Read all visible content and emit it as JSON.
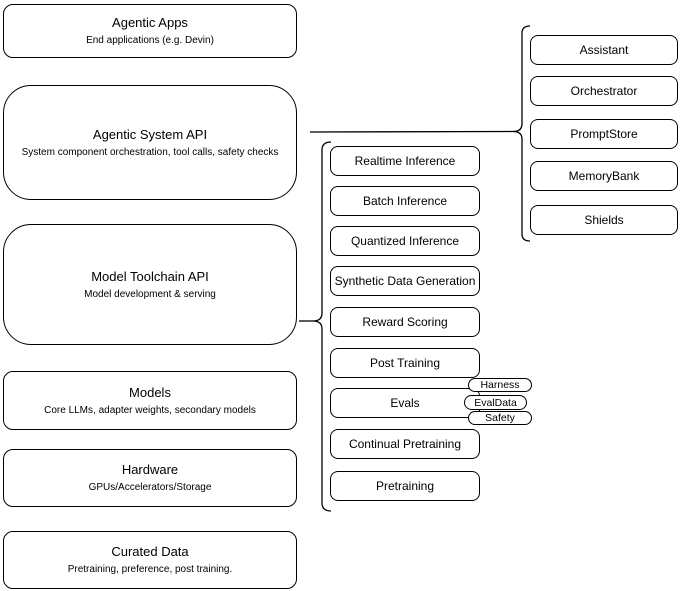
{
  "canvas": {
    "background_color": "#ffffff",
    "stroke_color": "#000000"
  },
  "left": [
    {
      "title": "Agentic Apps",
      "subtitle": "End applications (e.g. Devin)"
    },
    {
      "title": "Agentic System API",
      "subtitle": "System component orchestration, tool calls, safety checks"
    },
    {
      "title": "Model Toolchain API",
      "subtitle": "Model development & serving"
    },
    {
      "title": "Models",
      "subtitle": "Core LLMs, adapter weights, secondary models"
    },
    {
      "title": "Hardware",
      "subtitle": "GPUs/Accelerators/Storage"
    },
    {
      "title": "Curated Data",
      "subtitle": "Pretraining, preference, post training."
    }
  ],
  "middle": [
    {
      "label": "Realtime Inference"
    },
    {
      "label": "Batch Inference"
    },
    {
      "label": "Quantized Inference"
    },
    {
      "label": "Synthetic Data Generation"
    },
    {
      "label": "Reward Scoring"
    },
    {
      "label": "Post Training"
    },
    {
      "label": "Evals"
    },
    {
      "label": "Continual Pretraining"
    },
    {
      "label": "Pretraining"
    }
  ],
  "pills": [
    {
      "label": "Harness"
    },
    {
      "label": "EvalData"
    },
    {
      "label": "Safety"
    }
  ],
  "right": [
    {
      "label": "Assistant"
    },
    {
      "label": "Orchestrator"
    },
    {
      "label": "PromptStore"
    },
    {
      "label": "MemoryBank"
    },
    {
      "label": "Shields"
    }
  ]
}
